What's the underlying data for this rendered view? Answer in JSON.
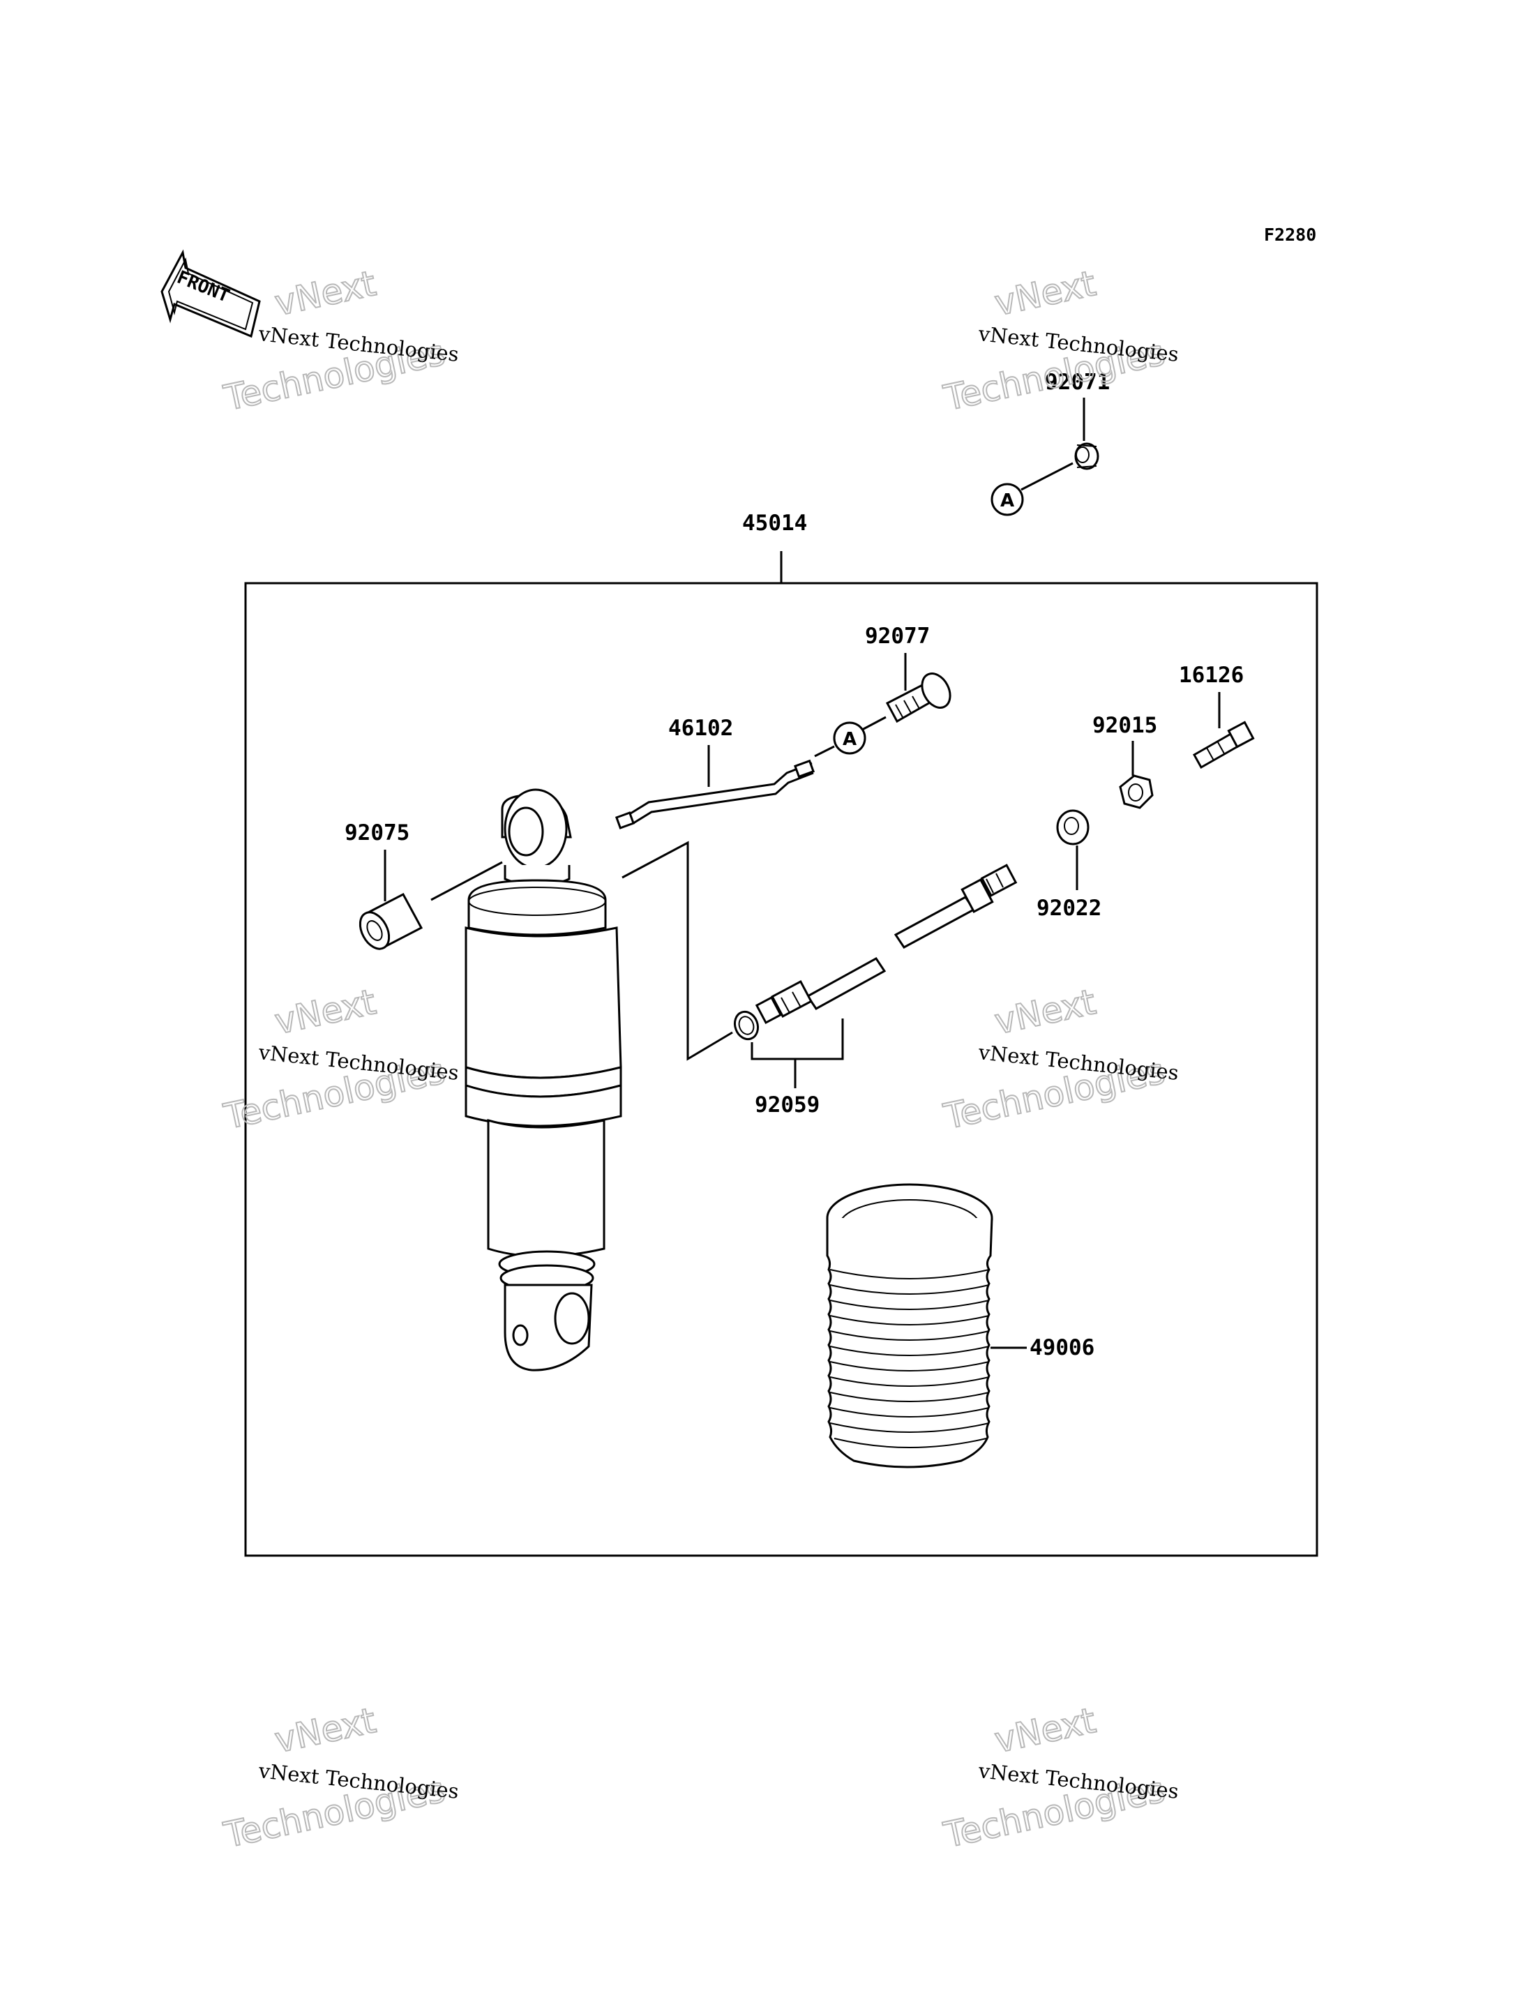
{
  "figure_code": "F2280",
  "front_label": "FRONT",
  "watermark": {
    "line_small": "vNext Technologies",
    "line_big_1": "vNext",
    "line_big_2": "Technologies"
  },
  "reference_letter": "A",
  "parts": {
    "p92071": "92071",
    "p45014": "45014",
    "p92077": "92077",
    "p16126": "16126",
    "p46102": "46102",
    "p92015": "92015",
    "p92075": "92075",
    "p92022": "92022",
    "p92059": "92059",
    "p49006": "49006"
  }
}
